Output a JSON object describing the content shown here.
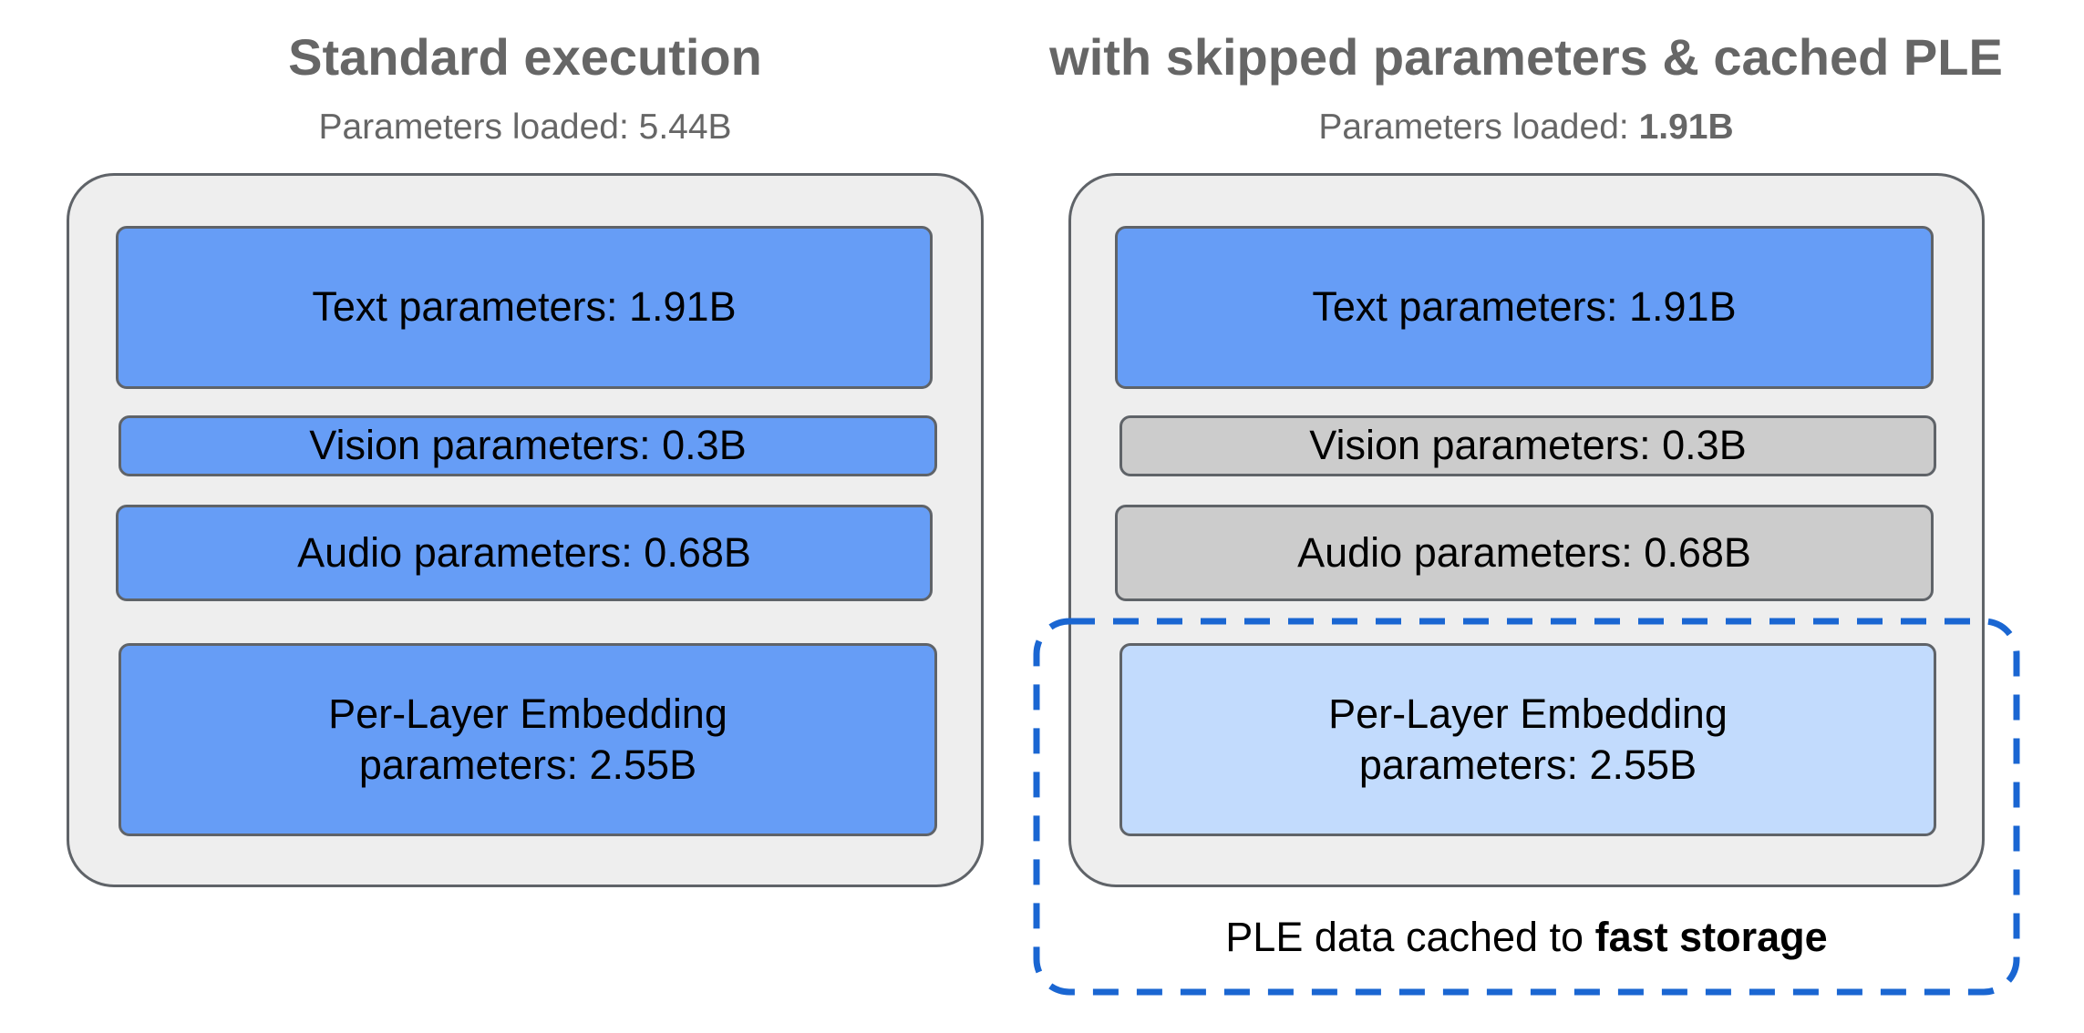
{
  "left": {
    "title": "Standard execution",
    "subtitle_label": "Parameters loaded: ",
    "subtitle_value": "5.44B",
    "boxes": {
      "text": "Text parameters: 1.91B",
      "vision": "Vision parameters: 0.3B",
      "audio": "Audio parameters: 0.68B",
      "ple_line1": "Per-Layer Embedding",
      "ple_line2": "parameters: 2.55B"
    }
  },
  "right": {
    "title": "with skipped parameters & cached PLE",
    "subtitle_label": "Parameters loaded: ",
    "subtitle_value": "1.91B",
    "boxes": {
      "text": "Text parameters: 1.91B",
      "vision": "Vision parameters: 0.3B",
      "audio": "Audio parameters: 0.68B",
      "ple_line1": "Per-Layer Embedding",
      "ple_line2": "parameters: 2.55B"
    },
    "cache_note_prefix": "PLE data cached to ",
    "cache_note_bold": "fast storage"
  },
  "colors": {
    "loaded": "#669df6",
    "skipped": "#cccccc",
    "cached": "#c2dbfd",
    "cache_outline": "#1a66d2",
    "panel": "#eeeeee"
  }
}
